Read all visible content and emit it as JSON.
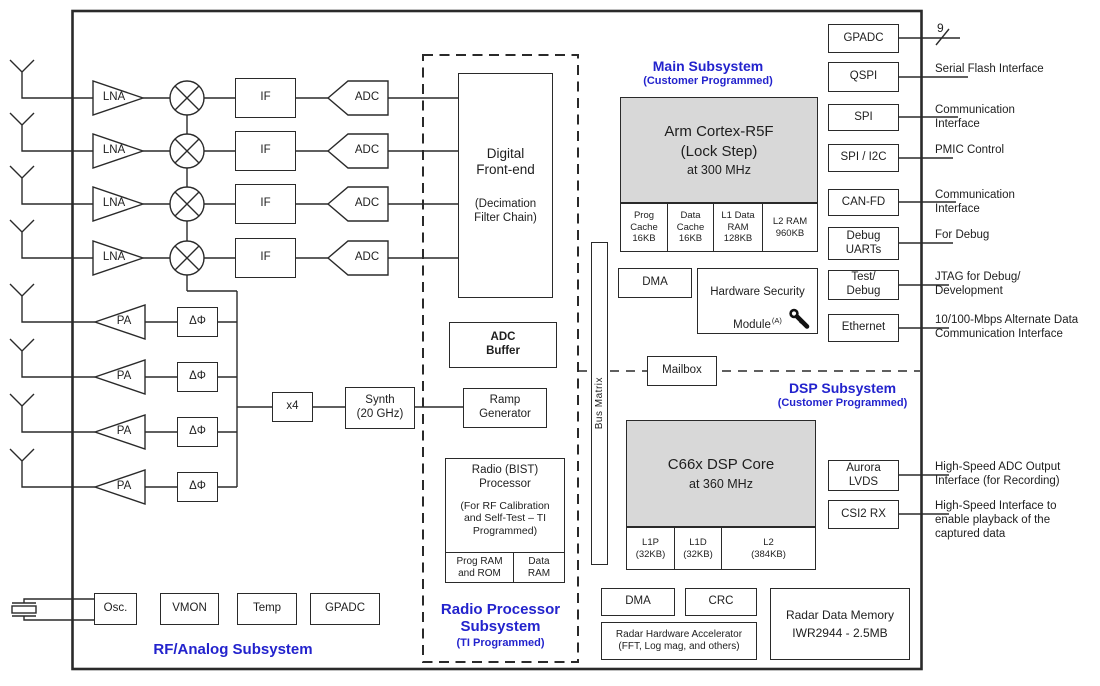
{
  "colors": {
    "accent_blue": "#2323cd",
    "block_fill_gray": "#d8d8d8",
    "line_black": "#2a2a2a"
  },
  "rf": {
    "lna": "LNA",
    "pa": "PA",
    "if_label": "IF",
    "adc": "ADC",
    "phase": "ΔΦ",
    "mult": "x4",
    "synth": "Synth\n(20 GHz)",
    "osc": "Osc.",
    "vmon": "VMON",
    "temp": "Temp",
    "gpadc": "GPADC",
    "section_label": "RF/Analog Subsystem"
  },
  "radio_proc": {
    "dfe": "Digital\nFront-end",
    "dfe_note": "(Decimation\nFilter Chain)",
    "adc_buffer": "ADC\nBuffer",
    "ramp": "Ramp\nGenerator",
    "bist_title": "Radio (BIST)\nProcessor",
    "bist_note": "(For RF Calibration\nand Self-Test – TI\nProgrammed)",
    "prog_ram": "Prog RAM\nand ROM",
    "data_ram": "Data\nRAM",
    "section_label": "Radio Processor\nSubsystem",
    "section_sublabel": "(TI Programmed)"
  },
  "bus_matrix": "Bus Matrix",
  "main_sub": {
    "title": "Main Subsystem",
    "subtitle": "(Customer Programmed)",
    "cpu": "Arm Cortex-R5F\n(Lock Step)",
    "cpu_clock": "at 300 MHz",
    "mem": [
      "Prog\nCache\n16KB",
      "Data\nCache\n16KB",
      "L1 Data\nRAM\n128KB",
      "L2 RAM\n960KB"
    ],
    "dma": "DMA",
    "hsm_title": "Hardware Security",
    "hsm_title2": "Module",
    "hsm_sup": "(A)",
    "mailbox": "Mailbox"
  },
  "dsp_sub": {
    "title": "DSP Subsystem",
    "subtitle": "(Customer Programmed)",
    "core": "C66x DSP Core",
    "core_clock": "at 360 MHz",
    "mem": [
      "L1P\n(32KB)",
      "L1D\n(32KB)",
      "L2\n(384KB)"
    ],
    "dma": "DMA",
    "crc": "CRC",
    "hwa": "Radar Hardware Accelerator\n(FFT, Log mag, and others)",
    "radar_mem": "Radar Data Memory\nIWR2944 - 2.5MB"
  },
  "io": {
    "gpadc": "GPADC",
    "gpadc_note": "9",
    "qspi": "QSPI",
    "qspi_note": "Serial Flash Interface",
    "spi": "SPI",
    "spi_note": "Communication\nInterface",
    "spi_i2c": "SPI / I2C",
    "spi_i2c_note": "PMIC Control",
    "canfd": "CAN-FD",
    "canfd_note": "Communication\nInterface",
    "uarts": "Debug\nUARTs",
    "uarts_note": "For Debug",
    "test_debug": "Test/\nDebug",
    "test_debug_note": "JTAG for Debug/\nDevelopment",
    "ethernet": "Ethernet",
    "ethernet_note": "10/100-Mbps Alternate Data\nCommunication Interface",
    "aurora": "Aurora\nLVDS",
    "aurora_note": "High-Speed ADC Output\nInterface (for Recording)",
    "csi2": "CSI2 RX",
    "csi2_note": "High-Speed Interface to\nenable playback of the\ncaptured data"
  }
}
